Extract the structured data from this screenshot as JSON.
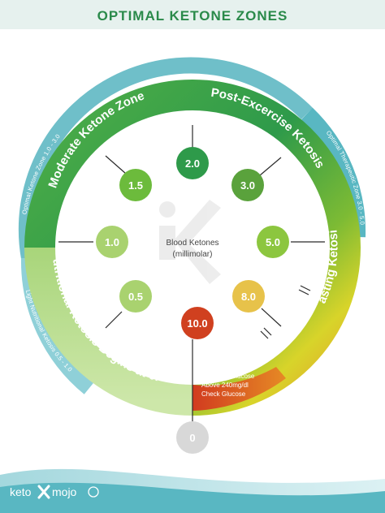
{
  "title": "OPTIMAL KETONE ZONES",
  "center": {
    "line1": "Blood Ketones",
    "line2": "(millimolar)"
  },
  "arcs": {
    "moderate": "Moderate Ketone Zone",
    "post_exercise": "Post-Excercise Ketosis",
    "fasting": "Fasting Ketosis",
    "nutritional": "Nutritional Ketosis Begins at 0.5"
  },
  "outer_bands": {
    "optimal_ketone": "Optimal Ketone Zone 1.0 - 3.0",
    "optimal_therapeutic": "Optimal Therapeutic Zone 3.0 - 5.0",
    "light_nutritional": "Light Nutritional Ketosis 0.5 - 1.0"
  },
  "ketoacidosis": {
    "title": "Ketoacidosis",
    "line1": "Caution if Glucose",
    "line2": "Above 240mg/dl",
    "line3": "Check Glucose"
  },
  "bubbles": [
    {
      "label": "0",
      "color": "#d8d8d8"
    },
    {
      "label": "0.5",
      "color": "#a9d26f"
    },
    {
      "label": "1.0",
      "color": "#a9d26f"
    },
    {
      "label": "1.5",
      "color": "#6cbb3c"
    },
    {
      "label": "2.0",
      "color": "#2e9a4a"
    },
    {
      "label": "3.0",
      "color": "#5aa23c"
    },
    {
      "label": "5.0",
      "color": "#8cc63f"
    },
    {
      "label": "8.0",
      "color": "#e7c24a"
    },
    {
      "label": "10.0",
      "color": "#d0401f"
    }
  ],
  "footer": {
    "brand_left": "keto",
    "brand_right": "mojo"
  },
  "colors": {
    "title": "#2a8a4a",
    "teal": "#59b7c2",
    "teal_light": "#8fd0d8"
  }
}
